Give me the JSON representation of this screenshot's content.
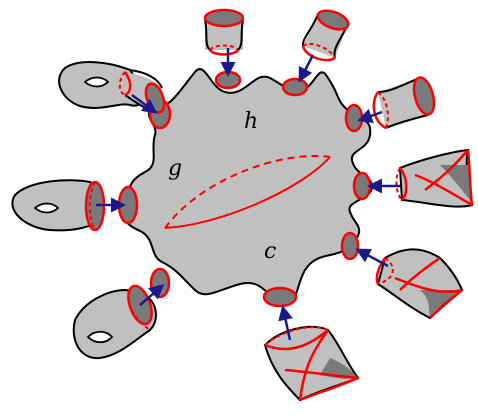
{
  "labels": {
    "h": "h",
    "g": "g",
    "c": "c"
  },
  "colors": {
    "surface_fill": "#c0c0c0",
    "dark_fill": "#7a7a7a",
    "outline": "#000000",
    "boundary": "#ff0000",
    "arrow": "#1a1a8c"
  },
  "attachments": [
    {
      "kind": "tube"
    },
    {
      "kind": "tube"
    },
    {
      "kind": "tube"
    },
    {
      "kind": "pants"
    },
    {
      "kind": "pants"
    },
    {
      "kind": "pants"
    },
    {
      "kind": "handle"
    },
    {
      "kind": "handle"
    },
    {
      "kind": "handle"
    }
  ]
}
